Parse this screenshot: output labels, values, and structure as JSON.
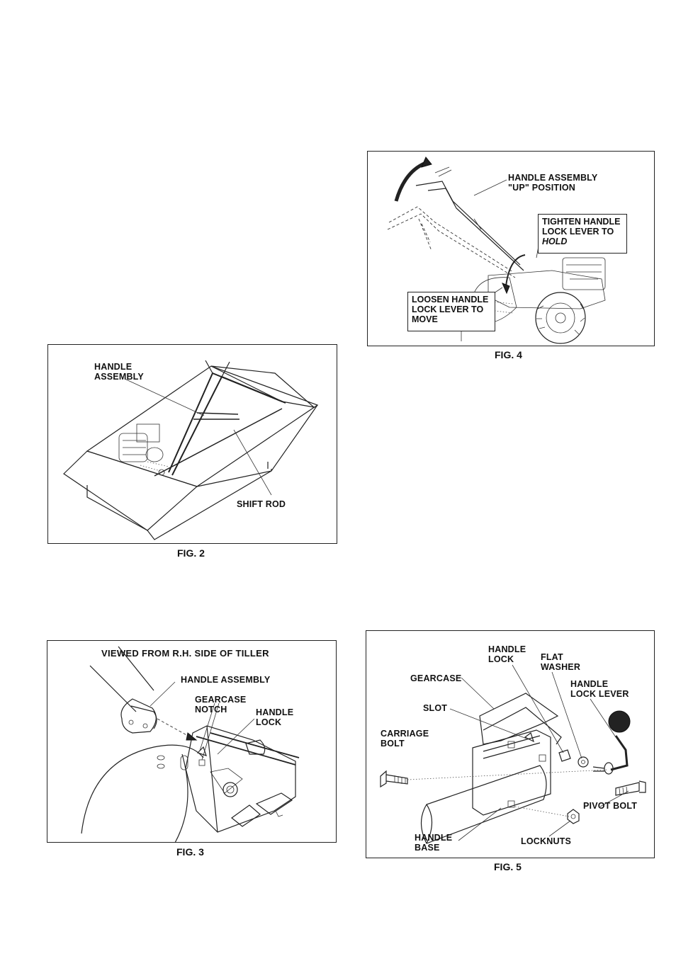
{
  "fig4": {
    "caption": "FIG. 4",
    "handle_label": "HANDLE ASSEMBLY\n\"UP\" POSITION",
    "tighten_line1": "TIGHTEN HANDLE",
    "tighten_line2": "LOCK LEVER TO",
    "tighten_line3": "HOLD",
    "loosen_line1": "LOOSEN HANDLE",
    "loosen_line2": "LOCK LEVER TO",
    "loosen_line3": "MOVE"
  },
  "fig2": {
    "caption": "FIG. 2",
    "handle_label": "HANDLE\nASSEMBLY",
    "shift_rod_label": "SHIFT ROD"
  },
  "fig3": {
    "caption": "FIG. 3",
    "title": "VIEWED FROM R.H. SIDE OF TILLER",
    "handle_label": "HANDLE ASSEMBLY",
    "notch_label": "GEARCASE\nNOTCH",
    "lock_label": "HANDLE\nLOCK"
  },
  "fig5": {
    "caption": "FIG. 5",
    "handle_lock": "HANDLE\nLOCK",
    "flat_washer": "FLAT\nWASHER",
    "gearcase": "GEARCASE",
    "lock_lever": "HANDLE\nLOCK LEVER",
    "slot": "SLOT",
    "carriage_bolt": "CARRIAGE\nBOLT",
    "pivot_bolt": "PIVOT BOLT",
    "handle_base": "HANDLE\nBASE",
    "locknuts": "LOCKNUTS"
  }
}
